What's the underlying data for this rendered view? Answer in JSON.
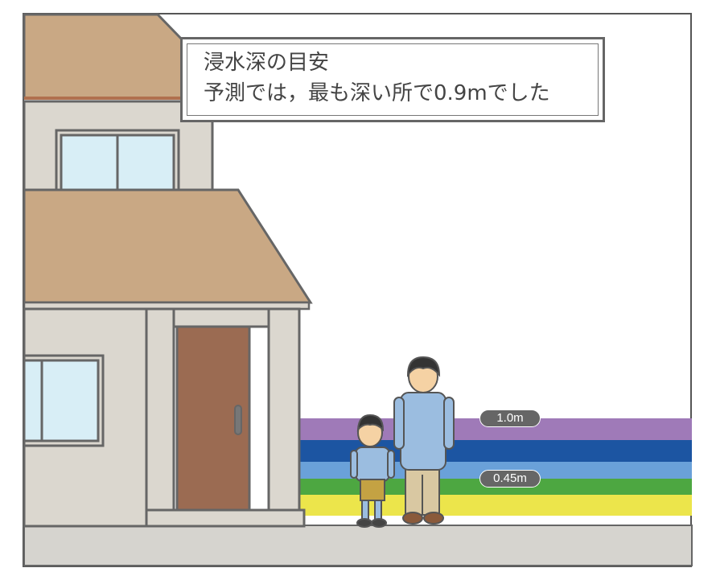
{
  "title": "浸水深の目安",
  "message": "予測では，最も深い所で0.9mでした",
  "level_labels": {
    "upper": "1.0m",
    "lower": "0.45m"
  },
  "colors": {
    "band_purple": "#9f7ab8",
    "band_blue": "#1c55a2",
    "band_lightblue": "#6aa1d9",
    "band_green": "#4da741",
    "band_yellow": "#ece54b",
    "house_wall": "#dbd7cf",
    "roof": "#c9a884",
    "door": "#9b6b52"
  }
}
